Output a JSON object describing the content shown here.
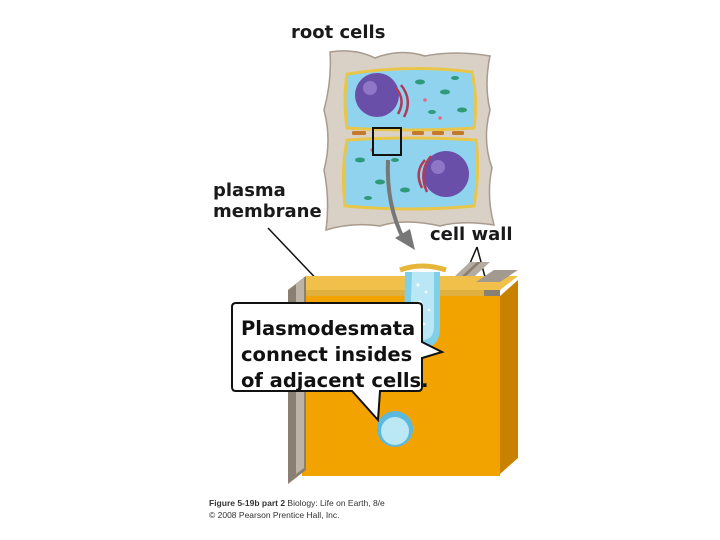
{
  "labels": {
    "root_cells": "root  cells",
    "plasma_line1": "plasma",
    "plasma_line2": "membrane",
    "cell_wall": "cell wall"
  },
  "callout": {
    "line1": "Plasmodesmata",
    "line2": "connect insides",
    "line3": "of adjacent cells."
  },
  "caption": {
    "figure": "Figure 5-19b part 2",
    "book": " Biology: Life on Earth, 8/e",
    "copyright": "© 2008 Pearson Prentice Hall, Inc."
  },
  "colors": {
    "wall": "#d8cfc4",
    "cytoplasm": "#8fd3ef",
    "nucleus": "#6a4fa8",
    "block": "#f2a300",
    "block_top": "#e8b830"
  }
}
